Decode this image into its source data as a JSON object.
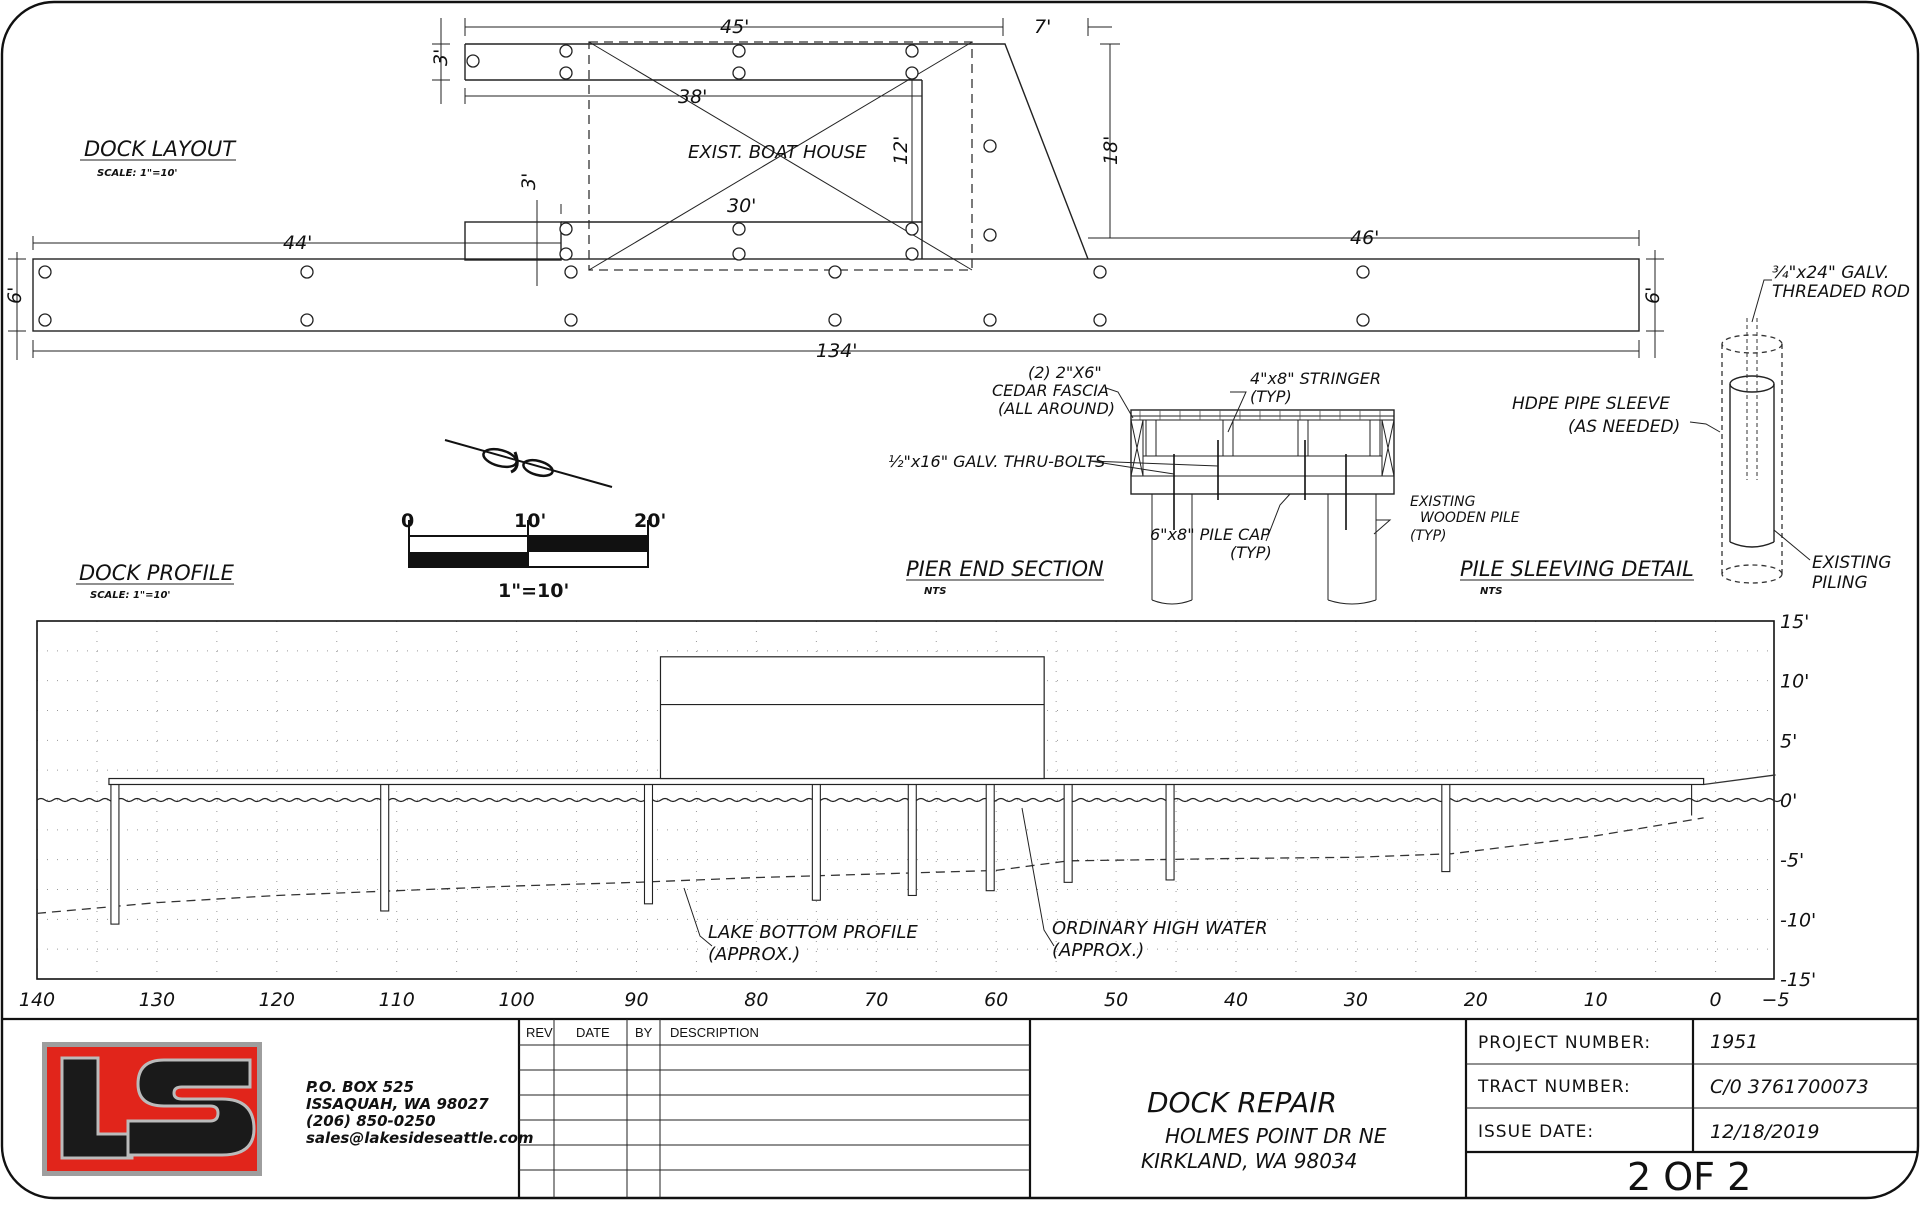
{
  "dock_layout": {
    "title": "DOCK LAYOUT",
    "scale": "SCALE: 1\"=10'",
    "dims": {
      "d45": "45'",
      "d7": "7'",
      "d3a": "3'",
      "d38": "38'",
      "d12": "12'",
      "d18": "18'",
      "d3b": "3'",
      "d30": "30'",
      "d44": "44'",
      "d46": "46'",
      "d6a": "6'",
      "d6b": "6'",
      "d134": "134'"
    },
    "boat_house": "EXIST. BOAT HOUSE"
  },
  "scale_bar": {
    "t0": "0",
    "t10": "10'",
    "t20": "20'",
    "label": "1\"=10'"
  },
  "pier_section": {
    "title": "PIER END SECTION",
    "nts": "NTS",
    "fascia": [
      "(2) 2\"X6\"",
      "CEDAR FASCIA",
      "(ALL AROUND)"
    ],
    "stringer": [
      "4\"x8\" STRINGER",
      "(TYP)"
    ],
    "bolts": "½\"x16\" GALV. THRU-BOLTS",
    "pile_cap": [
      "6\"x8\" PILE CAP",
      "(TYP)"
    ],
    "existing_pile": [
      "EXISTING",
      "WOODEN PILE",
      "(TYP)"
    ]
  },
  "pile_detail": {
    "title": "PILE SLEEVING DETAIL",
    "nts": "NTS",
    "rod": [
      "¾\"x24\" GALV.",
      "THREADED ROD"
    ],
    "sleeve": [
      "HDPE PIPE SLEEVE",
      "(AS NEEDED)"
    ],
    "piling": [
      "EXISTING",
      "PILING"
    ]
  },
  "dock_profile": {
    "title": "DOCK PROFILE",
    "scale": "SCALE: 1\"=10'",
    "lake_bottom": [
      "LAKE BOTTOM PROFILE",
      "(APPROX.)"
    ],
    "high_water": [
      "ORDINARY HIGH WATER",
      "(APPROX.)"
    ]
  },
  "chart_data": {
    "type": "line",
    "xlabel": "",
    "ylabel": "",
    "xlim": [
      140,
      -5
    ],
    "ylim": [
      -15,
      15
    ],
    "x_ticks": [
      140,
      130,
      120,
      110,
      100,
      90,
      80,
      70,
      60,
      50,
      40,
      30,
      20,
      10,
      0,
      -5
    ],
    "x_tick_labels": [
      "140",
      "130",
      "120",
      "110",
      "100",
      "90",
      "80",
      "70",
      "60",
      "50",
      "40",
      "30",
      "20",
      "10",
      "0",
      "−5"
    ],
    "y_ticks": [
      15,
      10,
      5,
      0,
      -5,
      -10,
      -15
    ],
    "y_tick_labels": [
      "15'",
      "10'",
      "5'",
      "0'",
      "-5'",
      "-10'",
      "-15'"
    ],
    "grid": true,
    "water_level": 0,
    "deck": {
      "x_from": 134,
      "x_to": 1,
      "top": 1.8,
      "bottom": 1.3
    },
    "boat_house": {
      "x_from": 88,
      "x_to": 56,
      "top": 12,
      "mid": 8
    },
    "piles": [
      {
        "x": 133.5,
        "bottom": -10.4
      },
      {
        "x": 111,
        "bottom": -9.3
      },
      {
        "x": 89,
        "bottom": -8.7
      },
      {
        "x": 75,
        "bottom": -8.4
      },
      {
        "x": 67,
        "bottom": -8.0
      },
      {
        "x": 60.5,
        "bottom": -7.6
      },
      {
        "x": 54,
        "bottom": -6.9
      },
      {
        "x": 45.5,
        "bottom": -6.7
      },
      {
        "x": 22.5,
        "bottom": -6.0
      }
    ],
    "series": [
      {
        "x": [
          140,
          130,
          120,
          110,
          100,
          90,
          80,
          70,
          60,
          54,
          40,
          30,
          22,
          10,
          1
        ],
        "y": [
          -9.5,
          -8.6,
          -8.0,
          -7.6,
          -7.2,
          -6.9,
          -6.5,
          -6.2,
          -5.9,
          -5.1,
          -4.9,
          -4.8,
          -4.5,
          -3.0,
          -1.5
        ]
      },
      {
        "x": [
          1,
          -5
        ],
        "y": [
          1.3,
          2.1
        ]
      }
    ]
  },
  "title_block": {
    "company_logo": "LS",
    "address": [
      "P.O. BOX 525",
      "ISSAQUAH, WA 98027",
      "(206) 850-0250",
      "sales@lakesideseattle.com"
    ],
    "rev_headers": {
      "rev": "REV",
      "date": "DATE",
      "by": "BY",
      "desc": "DESCRIPTION"
    },
    "project_title": "DOCK REPAIR",
    "project_address": [
      "HOLMES POINT DR NE",
      "KIRKLAND, WA 98034"
    ],
    "project_number_label": "PROJECT NUMBER:",
    "project_number": "1951",
    "tract_number_label": "TRACT NUMBER:",
    "tract_number": "C/0 3761700073",
    "issue_date_label": "ISSUE DATE:",
    "issue_date": "12/18/2019",
    "sheet": "2 OF 2"
  }
}
